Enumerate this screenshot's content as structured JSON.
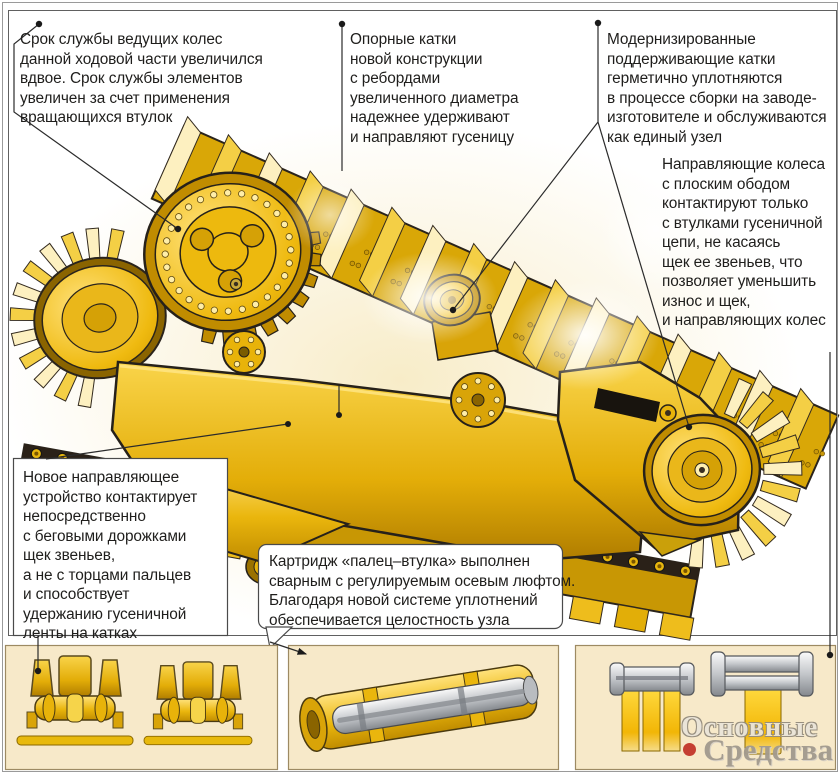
{
  "callouts": {
    "drive_wheels": {
      "text": "Срок службы ведущих колес\nданной ходовой части увеличился\nвдвое. Срок службы элементов\nувеличен за счет применения\nвращающихся втулок"
    },
    "track_rollers": {
      "text": "Опорные катки\nновой конструкции\nс ребордами\nувеличенного диаметра\nнадежнее удерживают\nи направляют гусеницу"
    },
    "carrier_rollers": {
      "text": "Модернизированные\nподдерживающие катки\nгерметично уплотняются\nв процессе сборки на заводе-\nизготовителе и обслуживаются\nкак единый узел"
    },
    "idler_wheels": {
      "text": "Направляющие колеса\nс плоским ободом\nконтактируют только\nс втулками гусеничной\nцепи, не касаясь\nщек ее звеньев, что\nпозволяет уменьшить\nизнос и щек,\nи направляющих колес"
    },
    "guide_device": {
      "text": "Новое направляющее\nустройство контактирует\nнепосредственно\nс беговыми дорожками\nщек звеньев,\nа не с торцами пальцев\nи способствует\nудержанию гусеничной\nленты на катках"
    },
    "cartridge": {
      "text": "Картридж «палец–втулка» выполнен\nсварным с регулируемым осевым люфтом.\nБлагодаря новой системе уплотнений\nобеспечивается целостность узла"
    }
  },
  "logo": {
    "word1": "Основные",
    "word2": "Средства"
  },
  "colors": {
    "track_yellow": "#f2c20e",
    "outline": "#2a241c",
    "panel_bg": "#f7e9c9",
    "panel_border": "#9d8a63",
    "leader": "#2b2b2b",
    "logo_red": "#c4392c"
  }
}
